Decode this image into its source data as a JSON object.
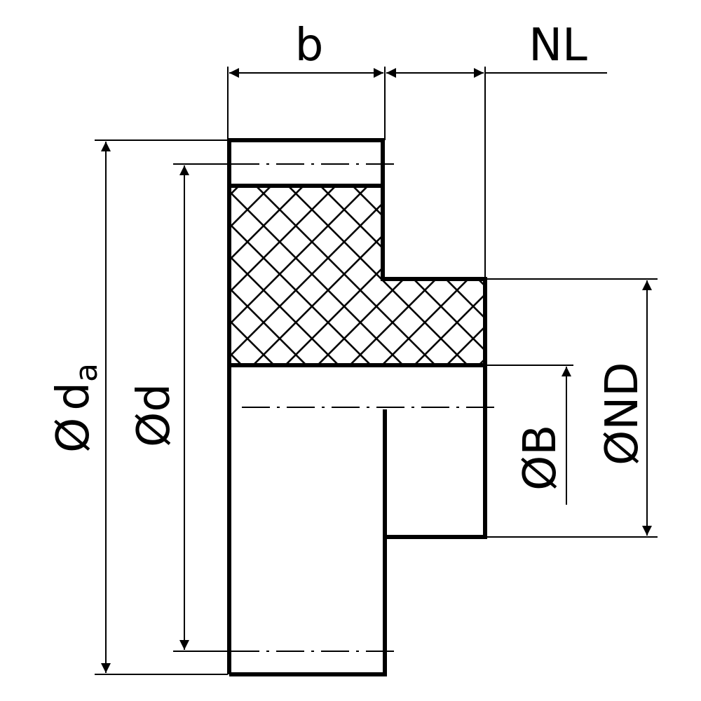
{
  "labels": {
    "face_width": "b",
    "hub_length": "NL",
    "tip_diameter_symbol": "Ø",
    "tip_diameter_letter": "d",
    "tip_diameter_sub": "a",
    "pitch_diameter": "Ød",
    "bore_diameter": "ØB",
    "hub_diameter": "ØND"
  },
  "colors": {
    "ink": "#000000",
    "paper": "#ffffff"
  }
}
